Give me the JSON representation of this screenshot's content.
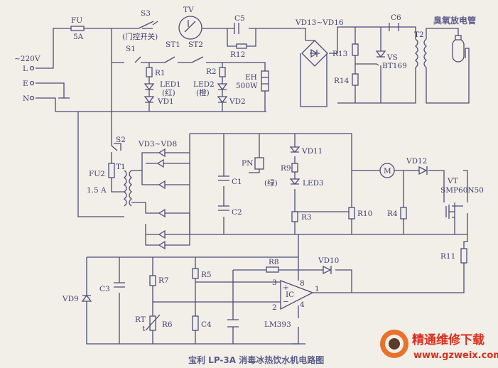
{
  "labels": {
    "ac": "~220V",
    "L": "L",
    "E": "E",
    "N": "N",
    "FU": "FU",
    "FU_rating": "5A",
    "S3": "S3",
    "door_switch": "(门控开关)",
    "TV": "TV",
    "ST1": "ST1",
    "ST2": "ST2",
    "C5": "C5",
    "R12": "R12",
    "S1": "S1",
    "R1": "R1",
    "LED1": "LED1",
    "LED1_color": "(红)",
    "VD1": "VD1",
    "R2": "R2",
    "LED2": "LED2",
    "LED2_color": "(橙)",
    "VD2": "VD2",
    "EH": "EH",
    "EH_rating": "500W",
    "bridge": "VD13~VD16",
    "R13": "R13",
    "R14": "R14",
    "VS": "VS",
    "VS_part": "BT169",
    "C6": "C6",
    "T2": "T2",
    "ozone": "臭氧放电管",
    "S2": "S2",
    "FU2": "FU2",
    "FU2_rating": "1.5 A",
    "T1": "T1",
    "VD3_8": "VD3~VD8",
    "C1": "C1",
    "C2": "C2",
    "PN": "PN",
    "VD11": "VD11",
    "R9": "R9",
    "LED3_color": "(绿)",
    "LED3": "LED3",
    "R3": "R3",
    "M": "M",
    "VD12": "VD12",
    "VT": "VT",
    "VT_part": "SMP60N50",
    "R10": "R10",
    "R4": "R4",
    "R11": "R11",
    "VD9": "VD9",
    "C3": "C3",
    "R7": "R7",
    "RT": "RT",
    "t": "t",
    "R6": "R6",
    "R5": "R5",
    "C4": "C4",
    "R8": "R8",
    "VD10": "VD10",
    "IC": "IC",
    "IC_part": "LM393",
    "pin3": "3",
    "pin2": "2",
    "pin8": "8",
    "pin4": "4",
    "pin1": "1",
    "plus": "+",
    "minus": "−"
  },
  "caption": "宝利 LP-3A 消毒冰热饮水机电路图",
  "watermark": {
    "name": "精通维修下载",
    "url": "www.gzweix.com"
  }
}
